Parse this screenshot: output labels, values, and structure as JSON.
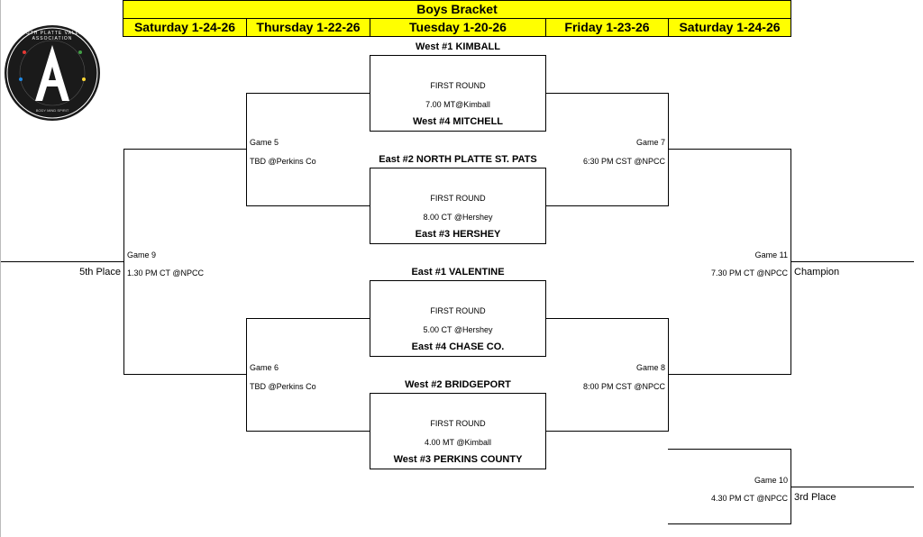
{
  "title": "Boys Bracket",
  "days": [
    "Saturday 1-24-26",
    "Thursday 1-22-26",
    "Tuesday 1-20-26",
    "Friday 1-23-26",
    "Saturday 1-24-26"
  ],
  "logo": {
    "ring_text": "SOUTH PLATTE VALLEY ASSOCIATION",
    "letter": "A",
    "side_text": "BODY MIND SPIRIT"
  },
  "first_round": [
    {
      "top_team": "West #1 KIMBALL",
      "round": "FIRST ROUND",
      "time": "7.00 MT@Kimball",
      "bottom_team": "West #4 MITCHELL"
    },
    {
      "top_team": "East #2 NORTH PLATTE ST. PATS",
      "round": "FIRST ROUND",
      "time": "8.00 CT @Hershey",
      "bottom_team": "East #3  HERSHEY"
    },
    {
      "top_team": "East #1 VALENTINE",
      "round": "FIRST ROUND",
      "time": "5.00 CT @Hershey",
      "bottom_team": "East #4 CHASE CO."
    },
    {
      "top_team": "West #2 BRIDGEPORT",
      "round": "FIRST ROUND",
      "time": "4.00 MT @Kimball",
      "bottom_team": "West #3 PERKINS COUNTY"
    }
  ],
  "games": {
    "g5": {
      "name": "Game 5",
      "time": "TBD @Perkins Co"
    },
    "g6": {
      "name": "Game 6",
      "time": "TBD @Perkins Co"
    },
    "g7": {
      "name": "Game 7",
      "time": "6:30 PM CST @NPCC"
    },
    "g8": {
      "name": "Game 8",
      "time": "8:00 PM CST @NPCC"
    },
    "g9": {
      "name": "Game 9",
      "time": "1.30 PM CT @NPCC"
    },
    "g10": {
      "name": "Game 10",
      "time": "4.30 PM CT @NPCC"
    },
    "g11": {
      "name": "Game 11",
      "time": "7.30 PM CT @NPCC"
    }
  },
  "results": {
    "fifth": "5th Place",
    "champion": "Champion",
    "third": "3rd Place"
  }
}
